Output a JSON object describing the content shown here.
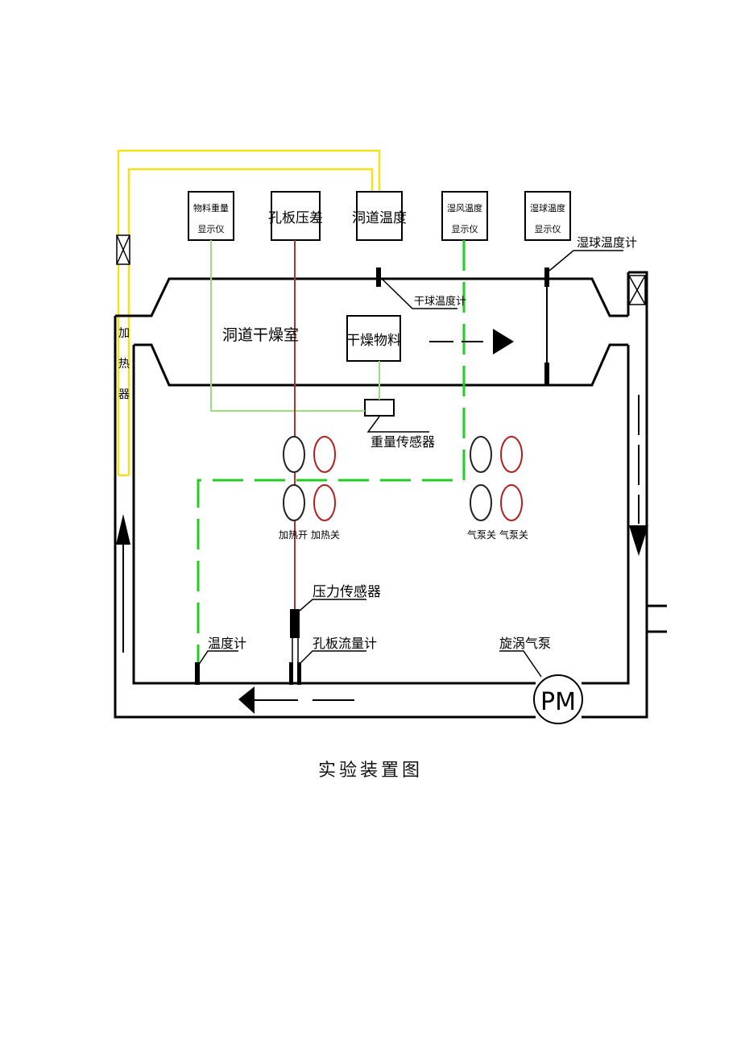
{
  "caption": "实验装置图",
  "labels": {
    "material_weight_display": "物料重量显示仪",
    "orifice_pressure_diff": "孔板压差",
    "duct_temperature": "洞道温度",
    "dry_bulb_display": "湿风温度显示仪",
    "wet_bulb_display": "湿球温度显示仪",
    "wet_bulb_thermometer": "湿球温度计",
    "dry_bulb_thermometer": "干球温度计",
    "duct_dryer_chamber": "洞道干燥室",
    "drying_material": "干燥物料",
    "heater": "加热器",
    "weight_sensor": "重量传感器",
    "heater_on": "加热开",
    "heater_off": "加热关",
    "pump_on": "气泵关",
    "pump_off": "气泵关",
    "pressure_sensor": "压力传感器",
    "thermometer": "温度计",
    "orifice_flowmeter": "孔板流量计",
    "vortex_pump": "旋涡气泵",
    "pump_symbol": "PM"
  },
  "colors": {
    "yellow_wire": "#f2e21a",
    "green_wire": "#22cc22",
    "light_green_wire": "#99e07a",
    "red_wire": "#b03030",
    "off_button": "#b02020",
    "on_button": "#222222"
  }
}
